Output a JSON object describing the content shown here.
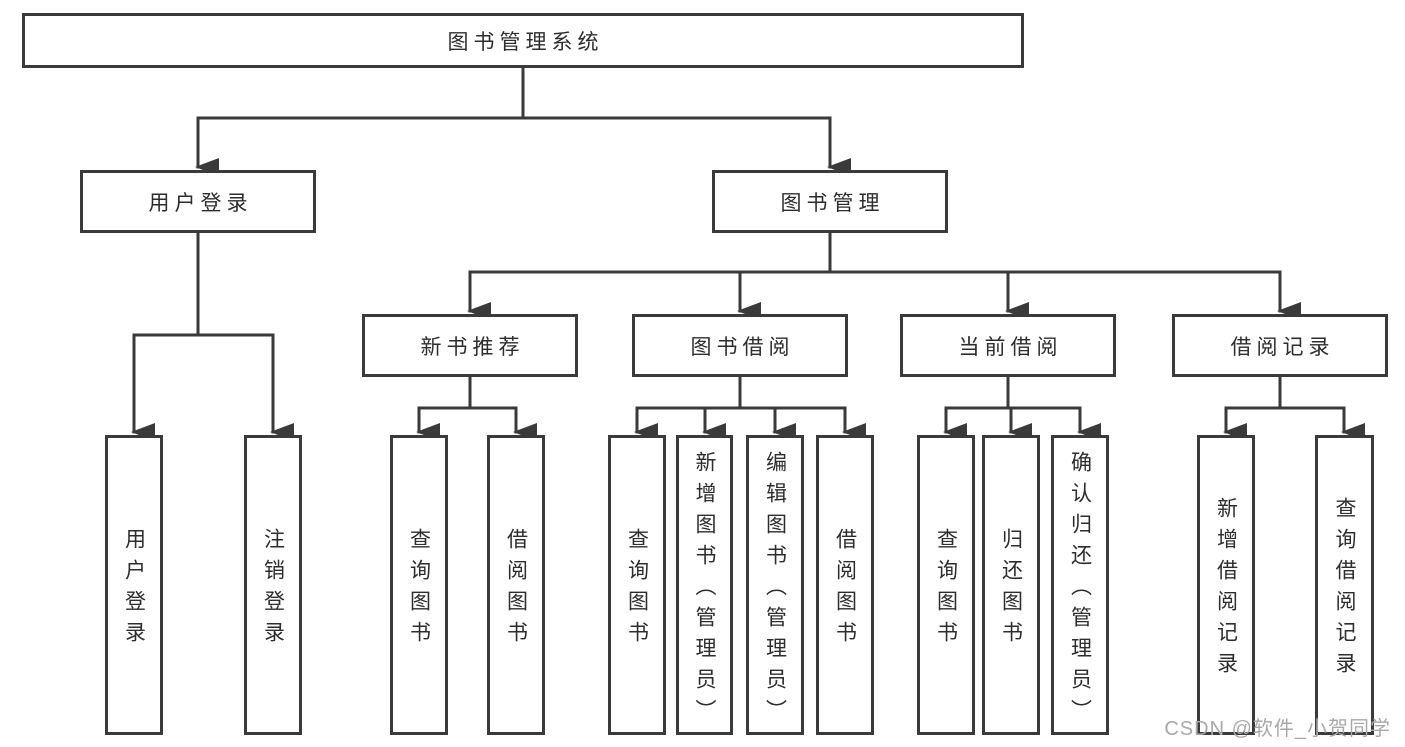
{
  "tree": {
    "root": {
      "label": "图书管理系统"
    },
    "branches": [
      {
        "label": "用户登录",
        "children": [
          {
            "label": "用户登录"
          },
          {
            "label": "注销登录"
          }
        ]
      },
      {
        "label": "图书管理",
        "children": [
          {
            "label": "新书推荐",
            "children": [
              {
                "label": "查询图书"
              },
              {
                "label": "借阅图书"
              }
            ]
          },
          {
            "label": "图书借阅",
            "children": [
              {
                "label": "查询图书"
              },
              {
                "label": "新增图书（管理员）"
              },
              {
                "label": "编辑图书（管理员）"
              },
              {
                "label": "借阅图书"
              }
            ]
          },
          {
            "label": "当前借阅",
            "children": [
              {
                "label": "查询图书"
              },
              {
                "label": "归还图书"
              },
              {
                "label": "确认归还（管理员）"
              }
            ]
          },
          {
            "label": "借阅记录",
            "children": [
              {
                "label": "新增借阅记录"
              },
              {
                "label": "查询借阅记录"
              }
            ]
          }
        ]
      }
    ]
  },
  "watermark": {
    "text": "CSDN @软件_小贺同学"
  },
  "colors": {
    "line": "#3a3a3a",
    "box_border": "#3a3a3a",
    "text": "#2d2d2d",
    "watermark": "#a9a9a9",
    "background": "#ffffff"
  }
}
